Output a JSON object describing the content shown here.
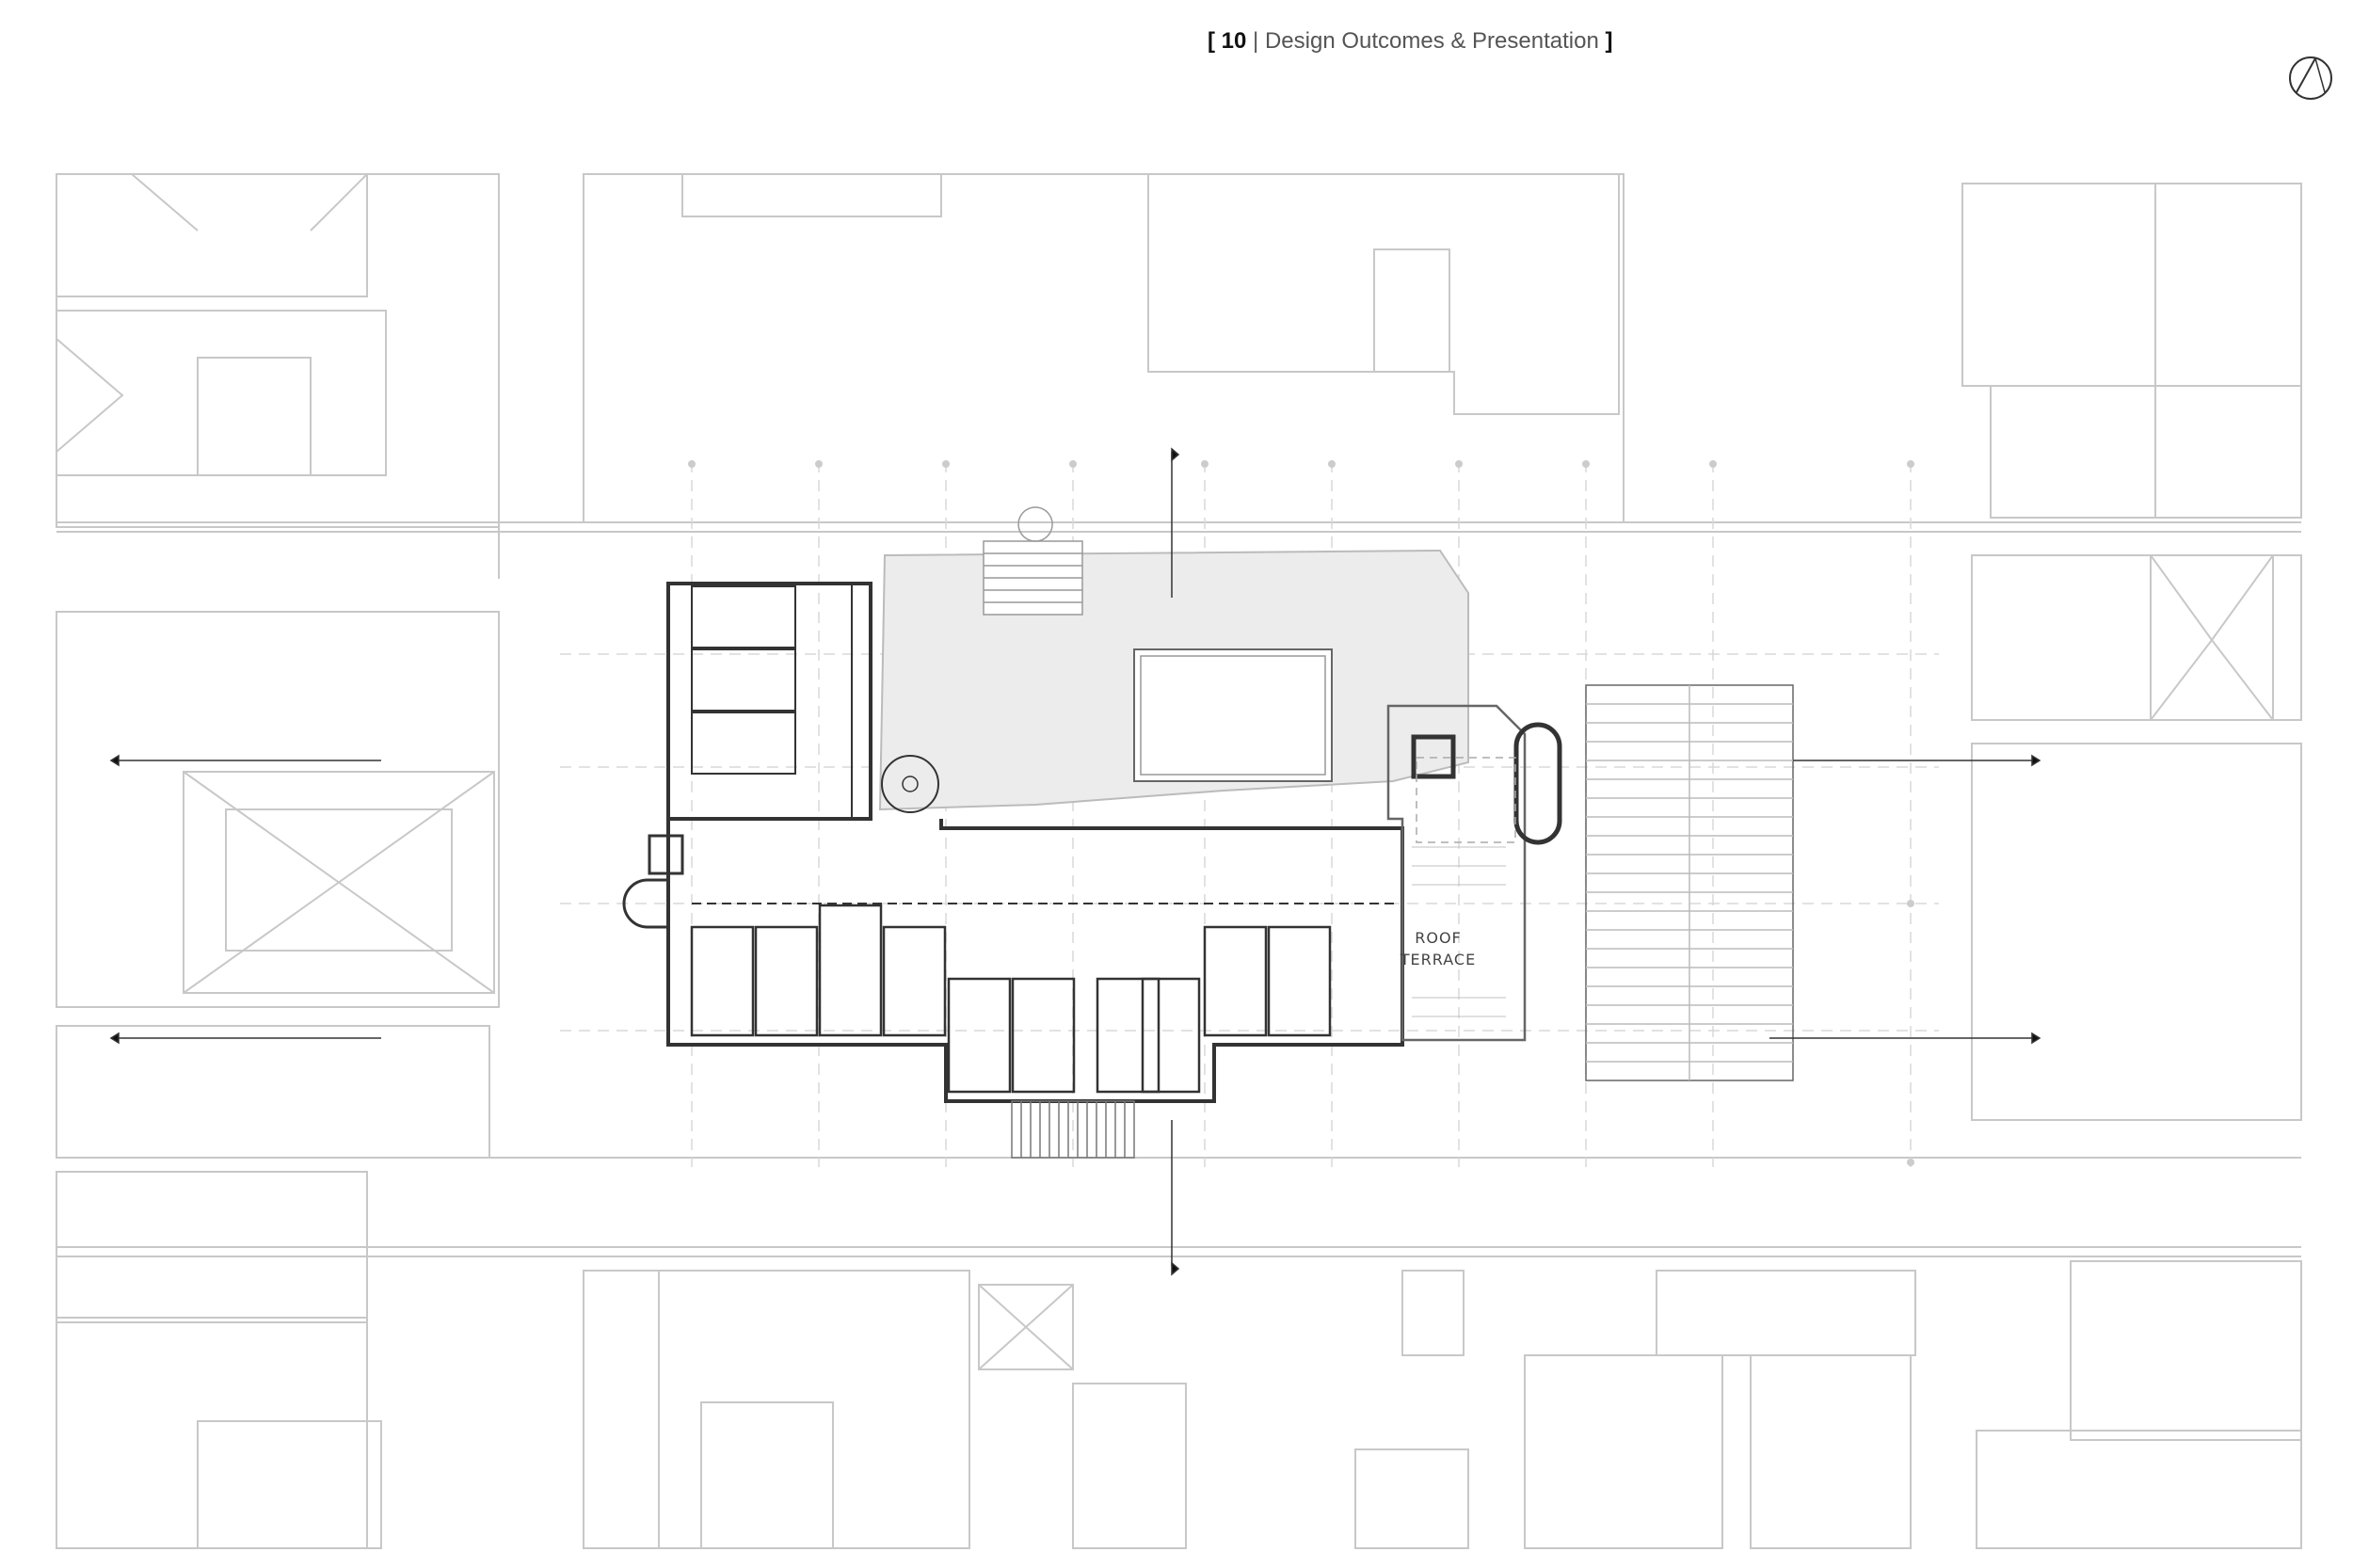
{
  "header": {
    "bracket_open": "[",
    "page_number": "10",
    "separator": "|",
    "title": "Design Outcomes & Presentation",
    "bracket_close": "]"
  },
  "plan": {
    "labels": {
      "roof_terrace_line1": "ROOF",
      "roof_terrace_line2": "TERRACE"
    },
    "icons": {
      "north_arrow": "north-arrow-icon",
      "section_marker": "section-marker-icon"
    }
  }
}
